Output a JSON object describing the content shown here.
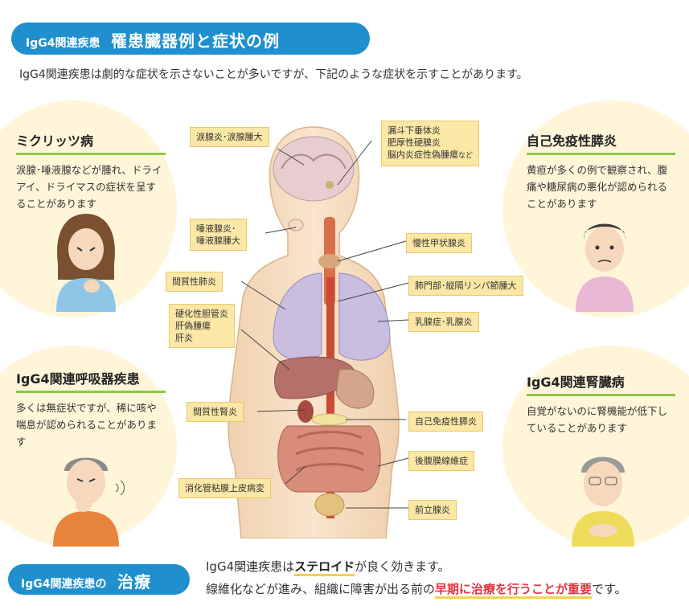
{
  "header": {
    "prefix": "IgG4関連疾患",
    "title": "罹患臓器例と症状の例"
  },
  "intro": "IgG4関連疾患は劇的な症状を示さないことが多いですが、下記のような症状を示すことがあります。",
  "panels": {
    "mikulicz": {
      "title": "ミクリッツ病",
      "text": "涙腺･唾液腺などが腫れ、ドライアイ、ドライマスの症状を呈することがあります"
    },
    "pancreatitis": {
      "title": "自己免疫性膵炎",
      "text": "黄疸が多くの例で観察され、腹痛や糖尿病の悪化が認められることがあります"
    },
    "respiratory": {
      "title": "IgG4関連呼吸器疾患",
      "text": "多くは無症状ですが、稀に咳や喘息が認められることがあります"
    },
    "kidney": {
      "title": "IgG4関連腎臓病",
      "text": "自覚がないのに腎機能が低下していることがあります"
    }
  },
  "labels": {
    "lacrimal": "涙腺炎･涙腺腫大",
    "salivary": [
      "唾液腺炎･",
      "唾液腺腫大"
    ],
    "lung": "間質性肺炎",
    "biliary": [
      "硬化性胆管炎",
      "肝偽腫瘍",
      "肝炎"
    ],
    "nephritis": "間質性腎炎",
    "gi": "消化管粘膜上皮病変",
    "pituitary": [
      "漏斗下垂体炎",
      "肥厚性硬膜炎"
    ],
    "pituitary_last": "脳内炎症性偽腫瘍",
    "pituitary_suffix": "など",
    "thyroid": "慢性甲状腺炎",
    "lymph": "肺門部･縦隔リンパ節腫大",
    "breast": "乳腺症･乳腺炎",
    "autoimmune_pancreatitis": "自己免疫性膵炎",
    "retroperitoneal": "後腹膜線維症",
    "prostate": "前立腺炎"
  },
  "treatment": {
    "prefix": "IgG4関連疾患の",
    "title": "治療",
    "line1_a": "IgG4関連疾患は",
    "line1_em": "ステロイド",
    "line1_b": "が良く効きます。",
    "line2_a": "線維化などが進み、組織に障害が出る前の",
    "line2_em": "早期に治療を行うことが重要",
    "line2_b": "です。"
  },
  "colors": {
    "blue": "#1f8fce",
    "green": "#8ec741",
    "tag": "#fbe7a6",
    "red": "#e1343e",
    "highlight": "#f4d04d"
  }
}
